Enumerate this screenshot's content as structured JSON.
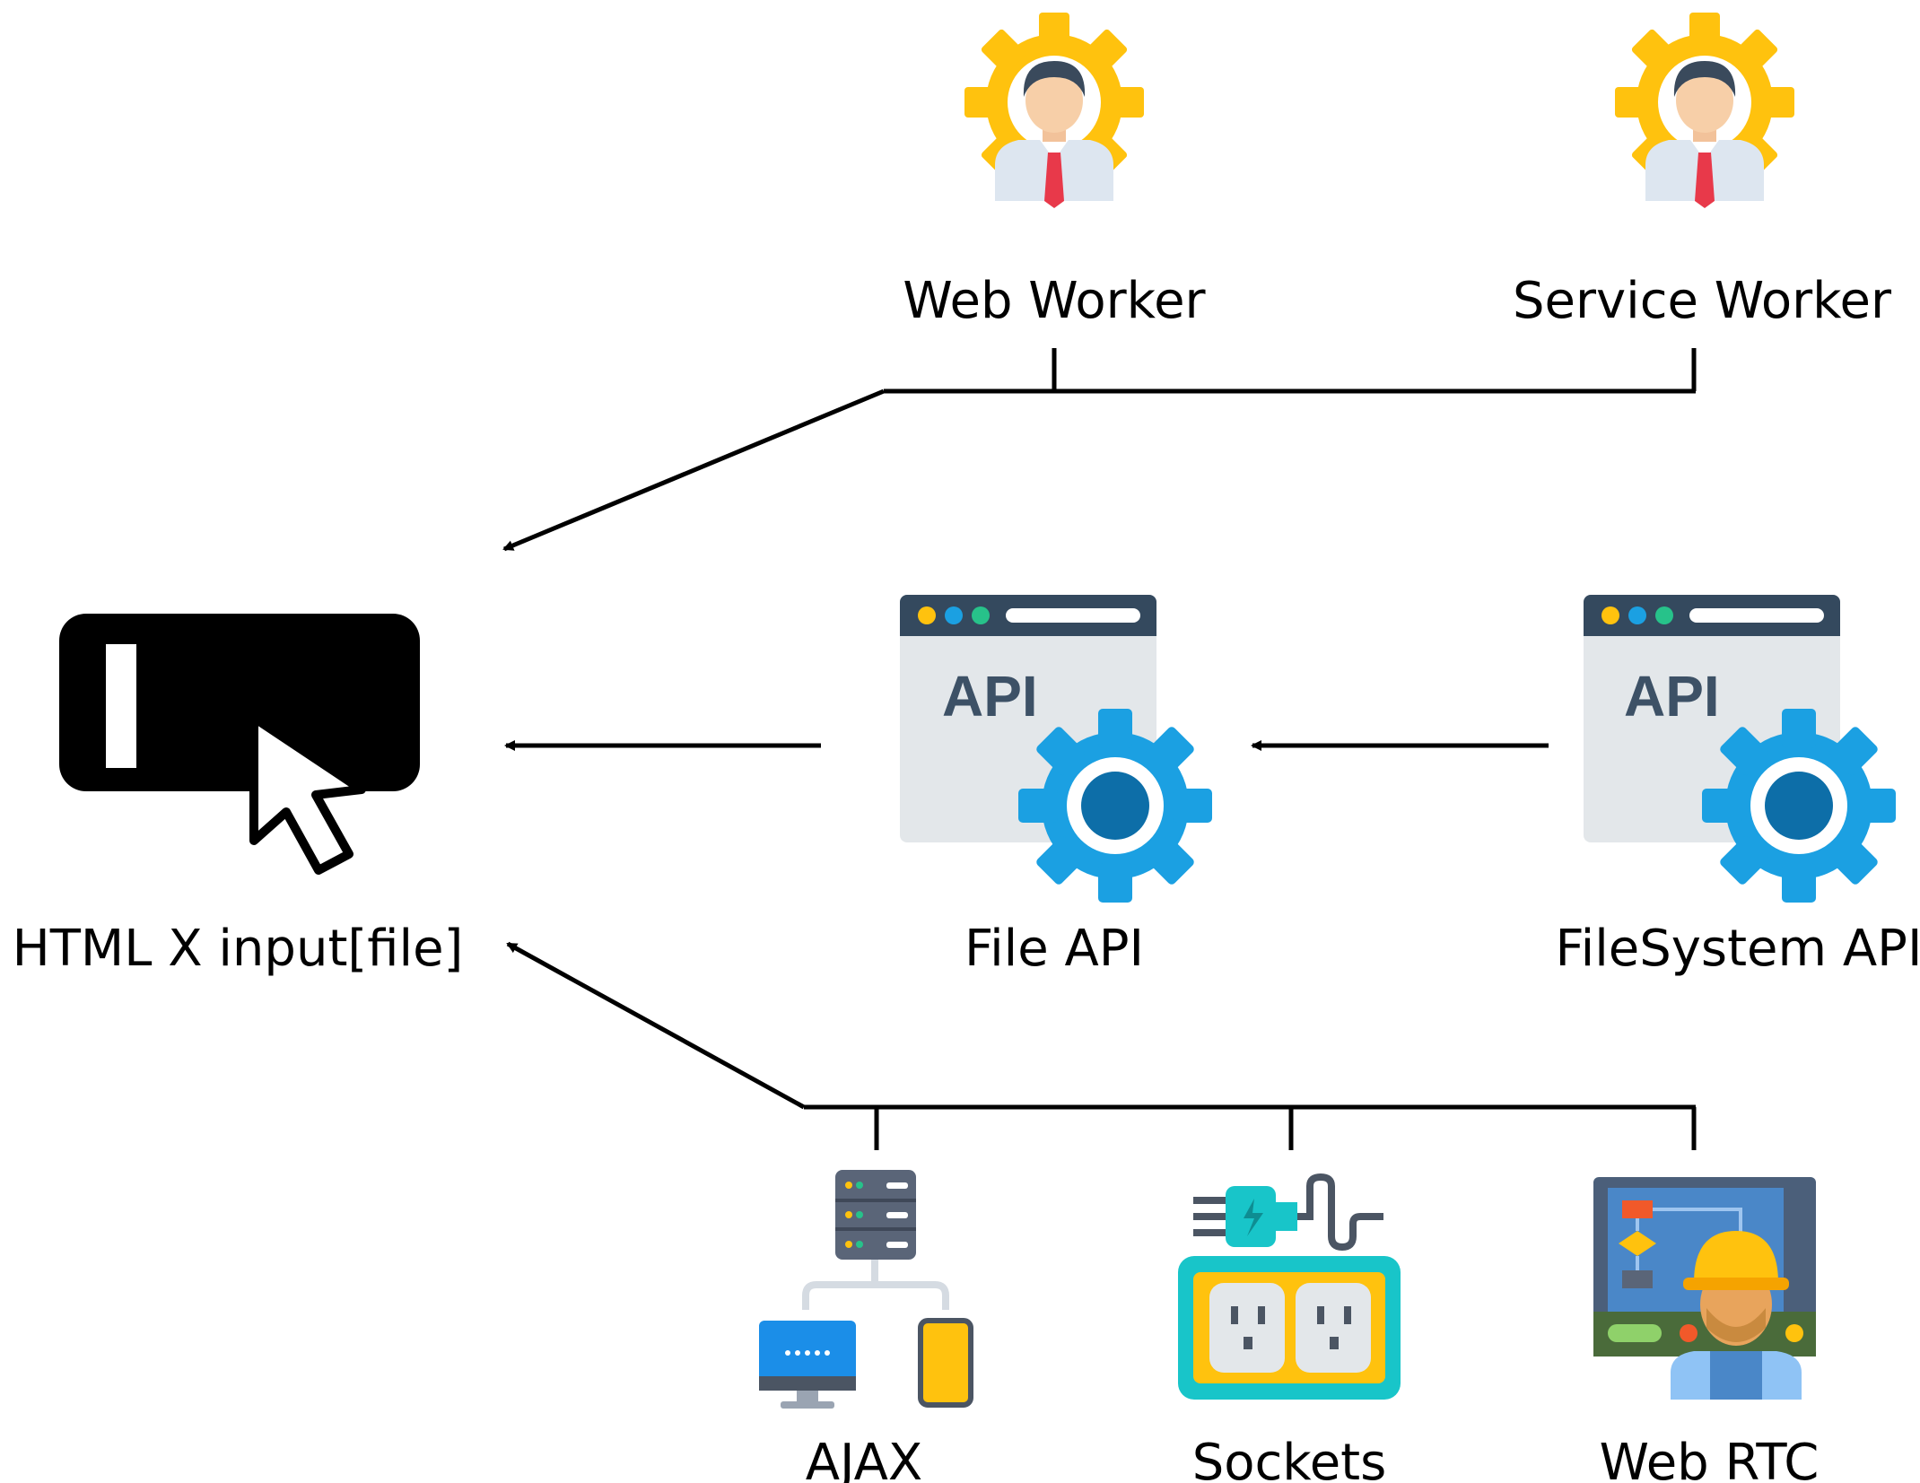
{
  "nodes": {
    "web_worker": {
      "label": "Web Worker",
      "icon": "worker-gear-icon"
    },
    "service_worker": {
      "label": "Service Worker",
      "icon": "worker-gear-icon"
    },
    "html_input": {
      "label": "HTML X input[file]",
      "icon": "input-cursor-icon"
    },
    "file_api": {
      "label": "File API",
      "icon": "api-window-gear-icon",
      "badge": "API"
    },
    "filesystem_api": {
      "label": "FileSystem API",
      "icon": "api-window-gear-icon",
      "badge": "API"
    },
    "ajax": {
      "label": "AJAX",
      "icon": "server-devices-icon"
    },
    "sockets": {
      "label": "Sockets",
      "icon": "power-socket-icon"
    },
    "webrtc": {
      "label": "Web RTC",
      "icon": "engineer-screen-icon"
    }
  },
  "edges": [
    {
      "from": "workers",
      "to": "html_input"
    },
    {
      "from": "file_api",
      "to": "html_input"
    },
    {
      "from": "filesystem_api",
      "to": "file_api"
    },
    {
      "from": "network",
      "to": "html_input"
    }
  ],
  "colors": {
    "line": "#000000",
    "gear_yellow": "#ffc20e",
    "api_blue": "#1ba0e2",
    "api_blue_dark": "#0d6ea8",
    "window_bg": "#e3e7ea",
    "window_bar": "#34495e",
    "badge_text": "#3d5166"
  }
}
